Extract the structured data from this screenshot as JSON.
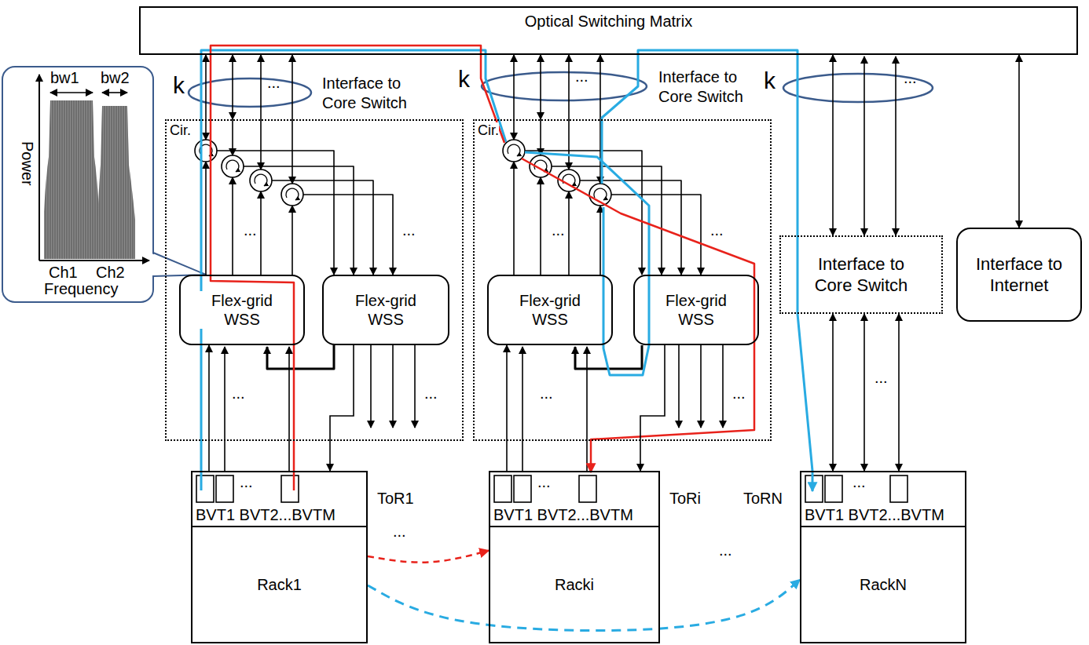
{
  "diagram": {
    "nodes": [
      {
        "text": [
          "Optical Switching Matrix"
        ]
      },
      {
        "text": [
          "Cir."
        ]
      },
      {
        "text": [
          "Flex-grid WSS"
        ],
        "in": 1
      },
      {
        "text": [
          "Flex-grid WSS"
        ],
        "in": 1
      },
      {
        "text": [
          "Cir."
        ]
      },
      {
        "text": [
          "Flex-grid WSS"
        ],
        "in": 4
      },
      {
        "text": [
          "Flex-grid WSS"
        ],
        "in": 4
      },
      {
        "text": [
          "Interface to Core Switch"
        ]
      },
      {
        "text": [
          "Interface to Internet"
        ]
      },
      {
        "text": [
          "BVT1 BVT2...BVTM",
          "ToR1"
        ]
      },
      {
        "text": [
          "Rack1"
        ]
      },
      {
        "text": [
          "BVT1 BVT2...BVTM",
          "ToRi"
        ]
      },
      {
        "text": [
          "Racki"
        ]
      },
      {
        "text": [
          "BVT1 BVT2...BVTM",
          "ToRN"
        ]
      },
      {
        "text": [
          "RackN"
        ]
      }
    ],
    "edges": [
      {
        "from": 9,
        "to": 2,
        "arrow": "to"
      },
      {
        "from": 3,
        "to": 9,
        "arrow": "to"
      },
      {
        "from": 11,
        "to": 5,
        "arrow": "to"
      },
      {
        "from": 6,
        "to": 11,
        "arrow": "to"
      },
      {
        "from": 1,
        "to": 0,
        "arrow": "both"
      },
      {
        "from": 4,
        "to": 0,
        "arrow": "both"
      },
      {
        "from": 7,
        "to": 0,
        "arrow": "both"
      },
      {
        "from": 8,
        "to": 0,
        "arrow": "both"
      },
      {
        "from": 13,
        "to": 7,
        "arrow": "both"
      },
      {
        "from": 10,
        "to": 12,
        "arrow": "to"
      },
      {
        "from": 10,
        "to": 14,
        "arrow": "to"
      }
    ],
    "labels": [
      "k",
      "Interface to Core Switch",
      "k",
      "Interface to Core Switch",
      "k",
      "bw1",
      "bw2",
      "Power",
      "Ch1",
      "Ch2",
      "Frequency",
      "...",
      "...",
      "...",
      "...",
      "...",
      "...",
      "...",
      "...",
      "...",
      "...",
      "...",
      "...",
      "...",
      "...",
      "...",
      "...",
      "..."
    ]
  }
}
